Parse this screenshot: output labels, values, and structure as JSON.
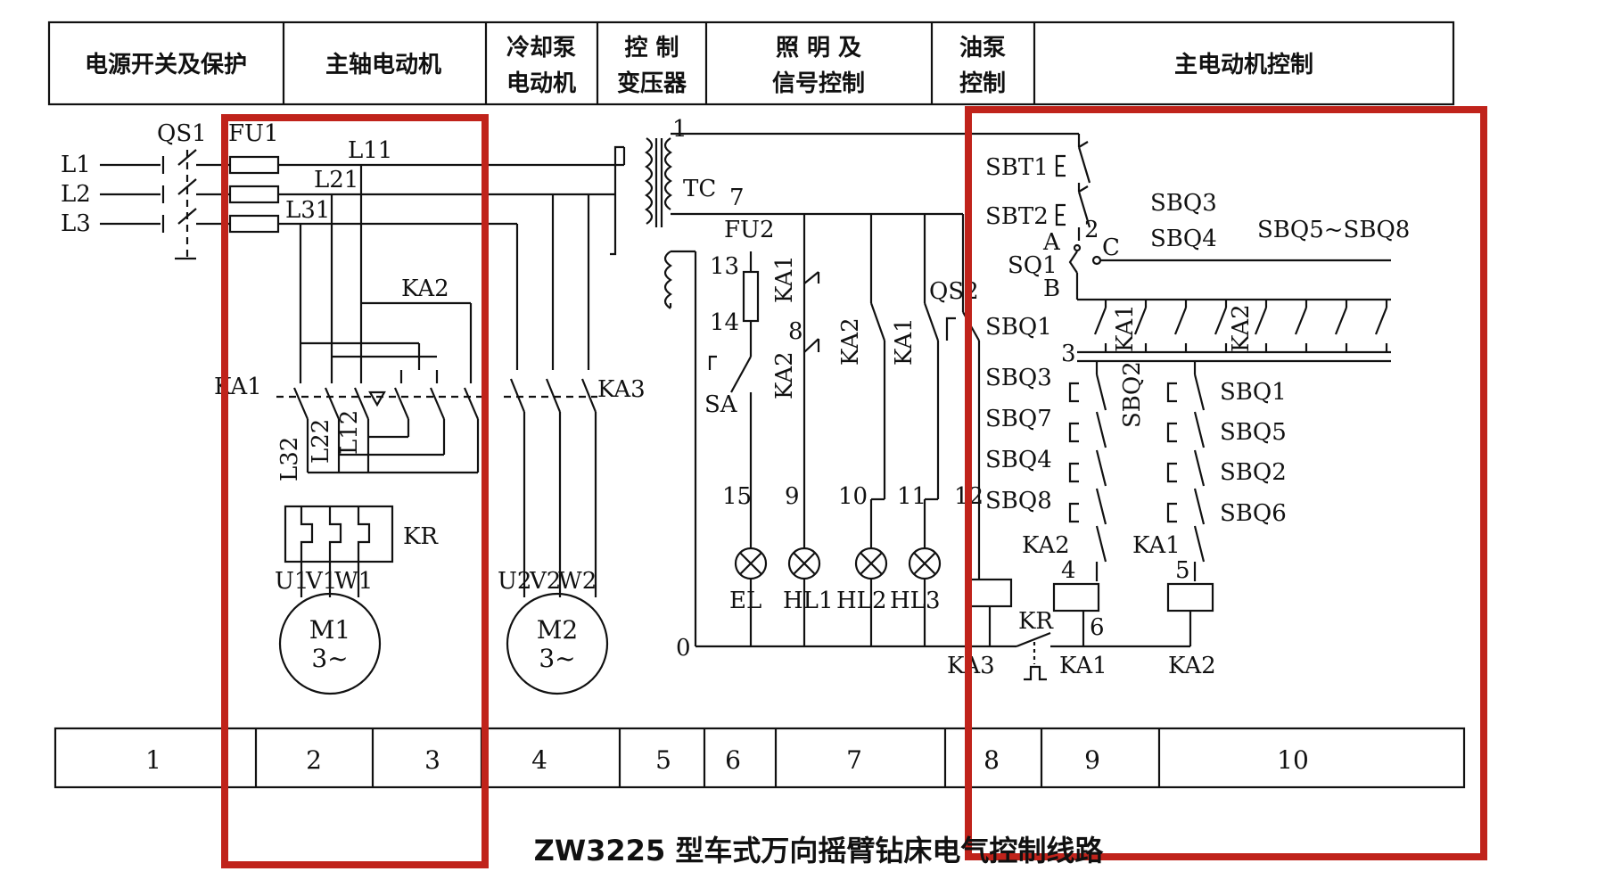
{
  "header": {
    "sections": [
      {
        "id": "power",
        "lines": [
          "电源开关及保护"
        ]
      },
      {
        "id": "spindle",
        "lines": [
          "主轴电动机"
        ]
      },
      {
        "id": "coolant",
        "lines": [
          "冷却泵",
          "电动机"
        ]
      },
      {
        "id": "transformer",
        "lines": [
          "控  制",
          "变压器"
        ]
      },
      {
        "id": "lighting",
        "lines": [
          "照 明 及",
          "信号控制"
        ]
      },
      {
        "id": "oilpump",
        "lines": [
          "油泵",
          "控制"
        ]
      },
      {
        "id": "mainctrl",
        "lines": [
          "主电动机控制"
        ]
      }
    ]
  },
  "zones": [
    "1",
    "2",
    "3",
    "4",
    "5",
    "6",
    "7",
    "8",
    "9",
    "10"
  ],
  "caption": "ZW3225 型车式万向摇臂钻床电气控制线路",
  "labels": {
    "qs1": "QS1",
    "fu1": "FU1",
    "l1": "L1",
    "l2": "L2",
    "l3": "L3",
    "l11": "L11",
    "l21": "L21",
    "l31": "L31",
    "ka2": "KA2",
    "ka1": "KA1",
    "ka3": "KA3",
    "l32": "L32",
    "l22": "L22",
    "l12": "L12",
    "kr": "KR",
    "u1": "U1",
    "v1": "V1",
    "w1": "W1",
    "u2": "U2",
    "v2": "V2",
    "w2": "W2",
    "m1": "M1",
    "m2": "M2",
    "phase": "3~",
    "tc": "TC",
    "fu2": "FU2",
    "sa": "SA",
    "qs2": "QS2",
    "n1": "1",
    "n7": "7",
    "n13": "13",
    "n14": "14",
    "n8": "8",
    "n15": "15",
    "n9": "9",
    "n10": "10",
    "n11": "11",
    "n12": "12",
    "n0": "0",
    "el": "EL",
    "hl1": "HL1",
    "hl2": "HL2",
    "hl3": "HL3",
    "sbt1": "SBT1",
    "sbt2": "SBT2",
    "n2": "2",
    "a": "A",
    "c": "C",
    "sq1": "SQ1",
    "b": "B",
    "sbq3a": "SBQ3",
    "sbq4a": "SBQ4",
    "sbq58": "SBQ5~SBQ8",
    "sbq1a": "SBQ1",
    "n3": "3",
    "sbq3": "SBQ3",
    "sbq7": "SBQ7",
    "sbq4": "SBQ4",
    "sbq8": "SBQ8",
    "sbq2": "SBQ2",
    "sbq1": "SBQ1",
    "sbq5": "SBQ5",
    "sbq2b": "SBQ2",
    "sbq6": "SBQ6",
    "n4": "4",
    "n5": "5",
    "n6": "6",
    "kr2": "KR",
    "ka3c": "KA3",
    "ka1c": "KA1",
    "ka2c": "KA2"
  },
  "colors": {
    "line": "#111111",
    "highlight": "#c0231b"
  }
}
